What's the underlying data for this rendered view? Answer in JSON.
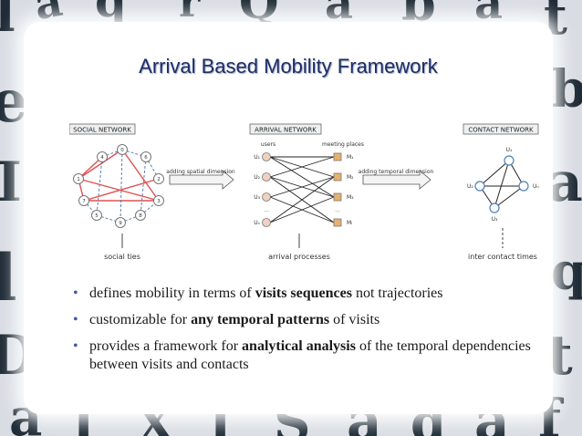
{
  "slide": {
    "title": "Arrival Based Mobility Framework"
  },
  "diagram": {
    "panels": {
      "social": "SOCIAL NETWORK",
      "arrival": "ARRIVAL NETWORK",
      "contact": "CONTACT NETWORK"
    },
    "arrows": {
      "spatial": "adding spatial dimension",
      "temporal": "adding temporal dimension"
    },
    "arrival_headers": {
      "users": "users",
      "places": "meeting places"
    },
    "captions": {
      "social": "social ties",
      "arrival": "arrival processes",
      "contact": "inter contact times"
    },
    "social_nodes": [
      "0",
      "6",
      "1",
      "2",
      "4",
      "7",
      "3",
      "5",
      "8",
      "9"
    ],
    "users": [
      "U₁",
      "U₂",
      "U₃",
      "Uₙ"
    ],
    "places": [
      "M₁",
      "M₂",
      "M₃",
      "Mₗ"
    ],
    "contact_nodes": [
      "U₁",
      "U₂",
      "U₃",
      "Uₙ"
    ]
  },
  "bullets": [
    {
      "pre": "defines mobility in terms of ",
      "bold": "visits sequences",
      "post": " not trajectories"
    },
    {
      "pre": "customizable for ",
      "bold": "any temporal patterns",
      "post": " of visits"
    },
    {
      "pre": "provides a framework for ",
      "bold": "analytical analysis",
      "post": " of the temporal dependencies between visits and contacts"
    }
  ],
  "colors": {
    "title": "#1d2d66",
    "social_edge": "#e05050",
    "social_dashed": "#5a7fb0",
    "contact_arrow": "#6aa0c8",
    "user_node": "#f0d0c0",
    "place_box": "#e8b070"
  },
  "background": {
    "letters": [
      "l",
      "a",
      "q",
      "r",
      "Q",
      "a",
      "b",
      "a",
      "t",
      "e",
      "I",
      "l",
      "D",
      "b",
      "a",
      "q",
      "t",
      "a",
      "l",
      "X",
      "l",
      "S",
      "a",
      "d",
      "a",
      "f"
    ]
  }
}
